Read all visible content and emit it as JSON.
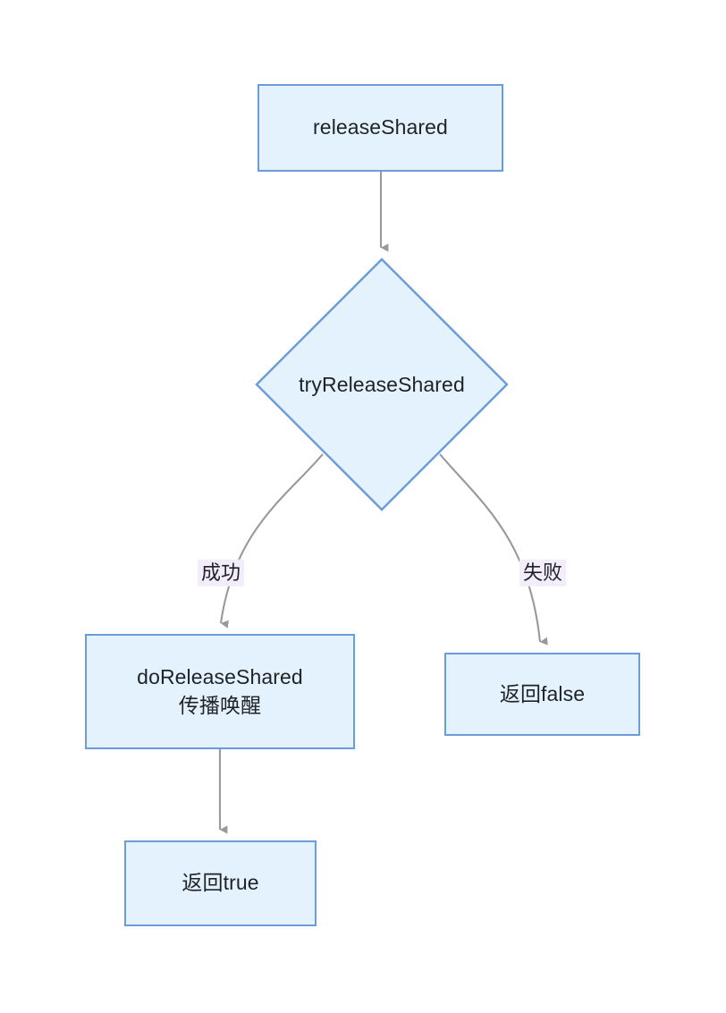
{
  "diagram": {
    "type": "flowchart",
    "title": "releaseShared flow",
    "direction": "top-down",
    "colors": {
      "node_fill": "#e3f2fd",
      "node_border": "#6b9bd8",
      "edge_stroke": "#999999",
      "edge_label_bg": "#f3ecfb",
      "text": "#1f2328",
      "background": "#ffffff"
    },
    "nodes": [
      {
        "id": "release_shared",
        "label": "releaseShared",
        "shape": "rectangle"
      },
      {
        "id": "try_release_shared",
        "label": "tryReleaseShared",
        "shape": "diamond"
      },
      {
        "id": "do_release_shared",
        "label": "doReleaseShared\n传播唤醒",
        "shape": "rectangle"
      },
      {
        "id": "return_false",
        "label": "返回false",
        "shape": "rectangle"
      },
      {
        "id": "return_true",
        "label": "返回true",
        "shape": "rectangle"
      }
    ],
    "edges": [
      {
        "from": "release_shared",
        "to": "try_release_shared",
        "label": ""
      },
      {
        "from": "try_release_shared",
        "to": "do_release_shared",
        "label": "成功"
      },
      {
        "from": "try_release_shared",
        "to": "return_false",
        "label": "失败"
      },
      {
        "from": "do_release_shared",
        "to": "return_true",
        "label": ""
      }
    ]
  }
}
